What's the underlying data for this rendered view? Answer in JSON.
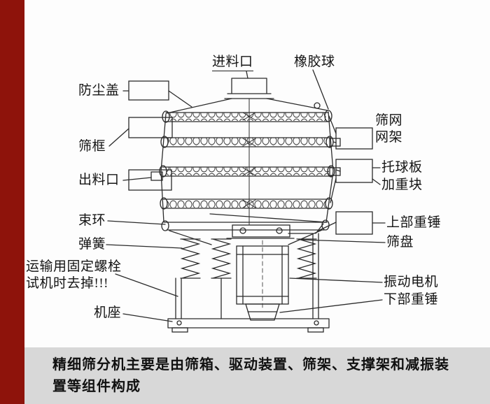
{
  "colors": {
    "accent_bar": "#8e130b",
    "caption_bg": "#d8d8d8",
    "diagram_line": "#2b2b2b",
    "background": "#ffffff"
  },
  "labels": {
    "feed_inlet": "进料口",
    "rubber_ball": "橡胶球",
    "dust_cover": "防尘盖",
    "sieve_frame": "筛框",
    "discharge_port": "出料口",
    "clamp_ring": "束环",
    "spring": "弹簧",
    "transport_bolt_note_line1": "运输用固定螺栓",
    "transport_bolt_note_line2": "试机时去掉!!!",
    "machine_base": "机座",
    "screen_mesh": "筛网",
    "mesh_frame": "网架",
    "ball_tray": "托球板",
    "weight_block": "加重块",
    "upper_weight": "上部重锤",
    "sieve_pan": "筛盘",
    "vibration_motor": "振动电机",
    "lower_weight": "下部重锤"
  },
  "caption": {
    "text": "精细筛分机主要是由筛箱、驱动装置、筛架、支撑架和减振装置等组件构成"
  }
}
